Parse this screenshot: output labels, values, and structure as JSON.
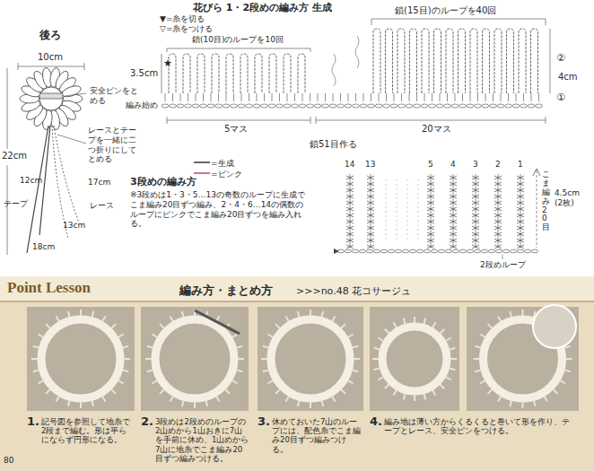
{
  "diagram": {
    "nodes": [
      {
        "text": [
          "Point Lesson",
          "編み方・まとめ方",
          ">>>no.48 花コサージュ"
        ]
      }
    ],
    "labels": [
      "後ろ",
      "10cm",
      "安全ピンをとめる",
      "22cm",
      "12cm",
      "レースとテープを一緒に二つ折りにしてとめる",
      "17cm",
      "テープ",
      "レース",
      "13cm",
      "18cm",
      "花びら 1・2段めの編み方 生成",
      "▼=糸を切る",
      "▽=糸をつける",
      "鎖(10目)のループを10回",
      "鎖(15目)のループを40回",
      "★",
      "3.5cm",
      "②",
      "4cm",
      "①",
      "編み始め",
      "5マス",
      "20マス",
      "鎖51目作る",
      "3段めの編み方",
      "※3段めは1・3・5…13の奇数のループに生成でこま編み20目ずつ編み、2・4・6…14の偶数のループにピンクでこま編み20目ずつを編み入れる。",
      "14",
      "13",
      "5",
      "4",
      "3",
      "2",
      "1",
      "こま編み20目",
      "4.5cm (2枚)",
      "2段めループ",
      "1.",
      "記号図を参照して地糸で2段まで編む。形は平らにならず円形になる。",
      "2.",
      "3段めは2段めのループの2山めから1山おきに7山を手前に休め、1山めから7山に地糸でこま編み20目ずつ編みつける。",
      "3.",
      "休めておいた7山のループには、配色糸でこま編み20目ずつ編みつける。",
      "4.",
      "編み地は薄い方からくるくると巻いて形を作り、テープとレース、安全ピンをつける。",
      "80"
    ],
    "legend": [
      {
        "text": "=生成"
      },
      {
        "text": "=ピンク"
      }
    ]
  }
}
